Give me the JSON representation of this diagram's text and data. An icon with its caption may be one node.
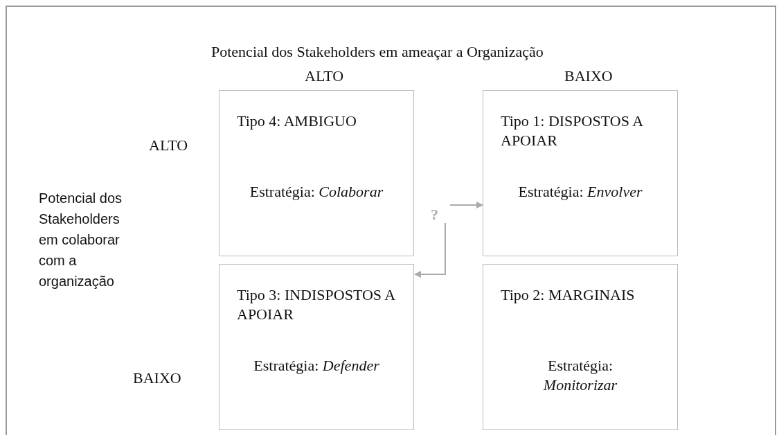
{
  "diagram": {
    "nodes": [
      {
        "text": [
          "Tipo 4: AMBIGUO",
          "Estratégia: *Colaborar*"
        ]
      },
      {
        "text": [
          "Tipo 1: DISPOSTOS A APOIAR",
          "Estratégia: *Envolver*"
        ]
      },
      {
        "text": [
          "Tipo 3: INDISPOSTOS A APOIAR",
          "Estratégia: *Defender*"
        ]
      },
      {
        "text": [
          "Tipo 2: MARGINAIS",
          "Estratégia: *Monitorizar*"
        ]
      },
      {
        "text": [
          "?"
        ]
      }
    ],
    "edges": [
      {
        "from": 4,
        "to": 1,
        "arrow": "to"
      },
      {
        "from": 4,
        "to": 2,
        "arrow": "to"
      }
    ],
    "labels": [
      "Potencial dos Stakeholders em ameaçar a Organização",
      "ALTO",
      "BAIXO",
      "ALTO",
      "Potencial dos Stakeholders em colaborar com a organização",
      "BAIXO"
    ]
  }
}
